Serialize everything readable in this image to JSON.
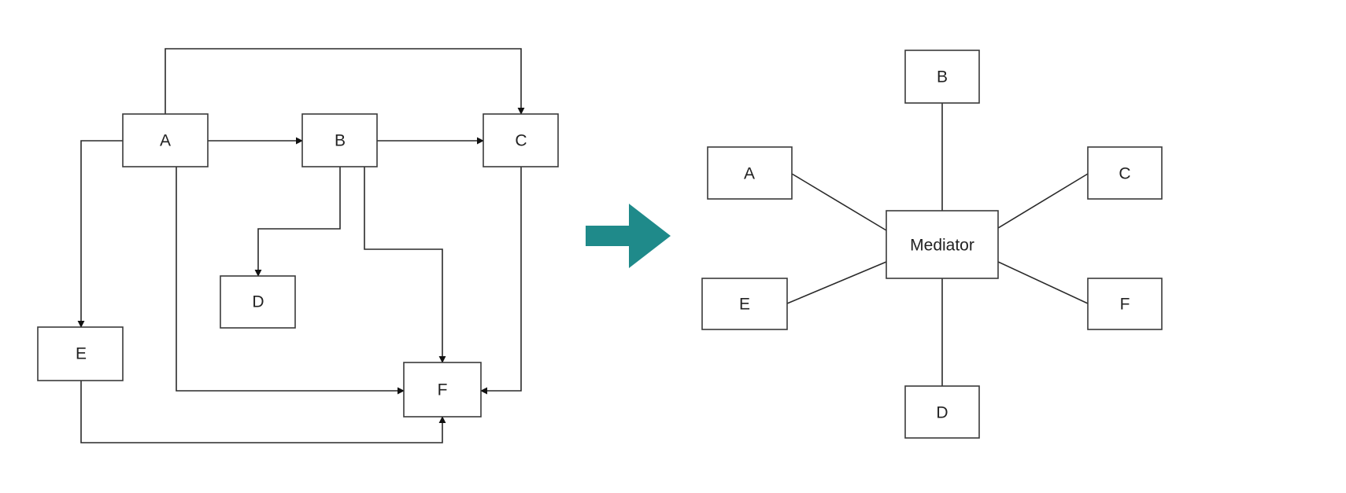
{
  "before": {
    "nodes": {
      "a": "A",
      "b": "B",
      "c": "C",
      "d": "D",
      "e": "E",
      "f": "F"
    }
  },
  "after": {
    "nodes": {
      "mediator": "Mediator",
      "a": "A",
      "b": "B",
      "c": "C",
      "d": "D",
      "e": "E",
      "f": "F"
    }
  },
  "colors": {
    "arrow": "#1f8a8a",
    "line": "#2a2a2a",
    "box_stroke": "#3a3a3a",
    "text": "#222222"
  },
  "icons": {
    "transform": "right-arrow-icon"
  }
}
